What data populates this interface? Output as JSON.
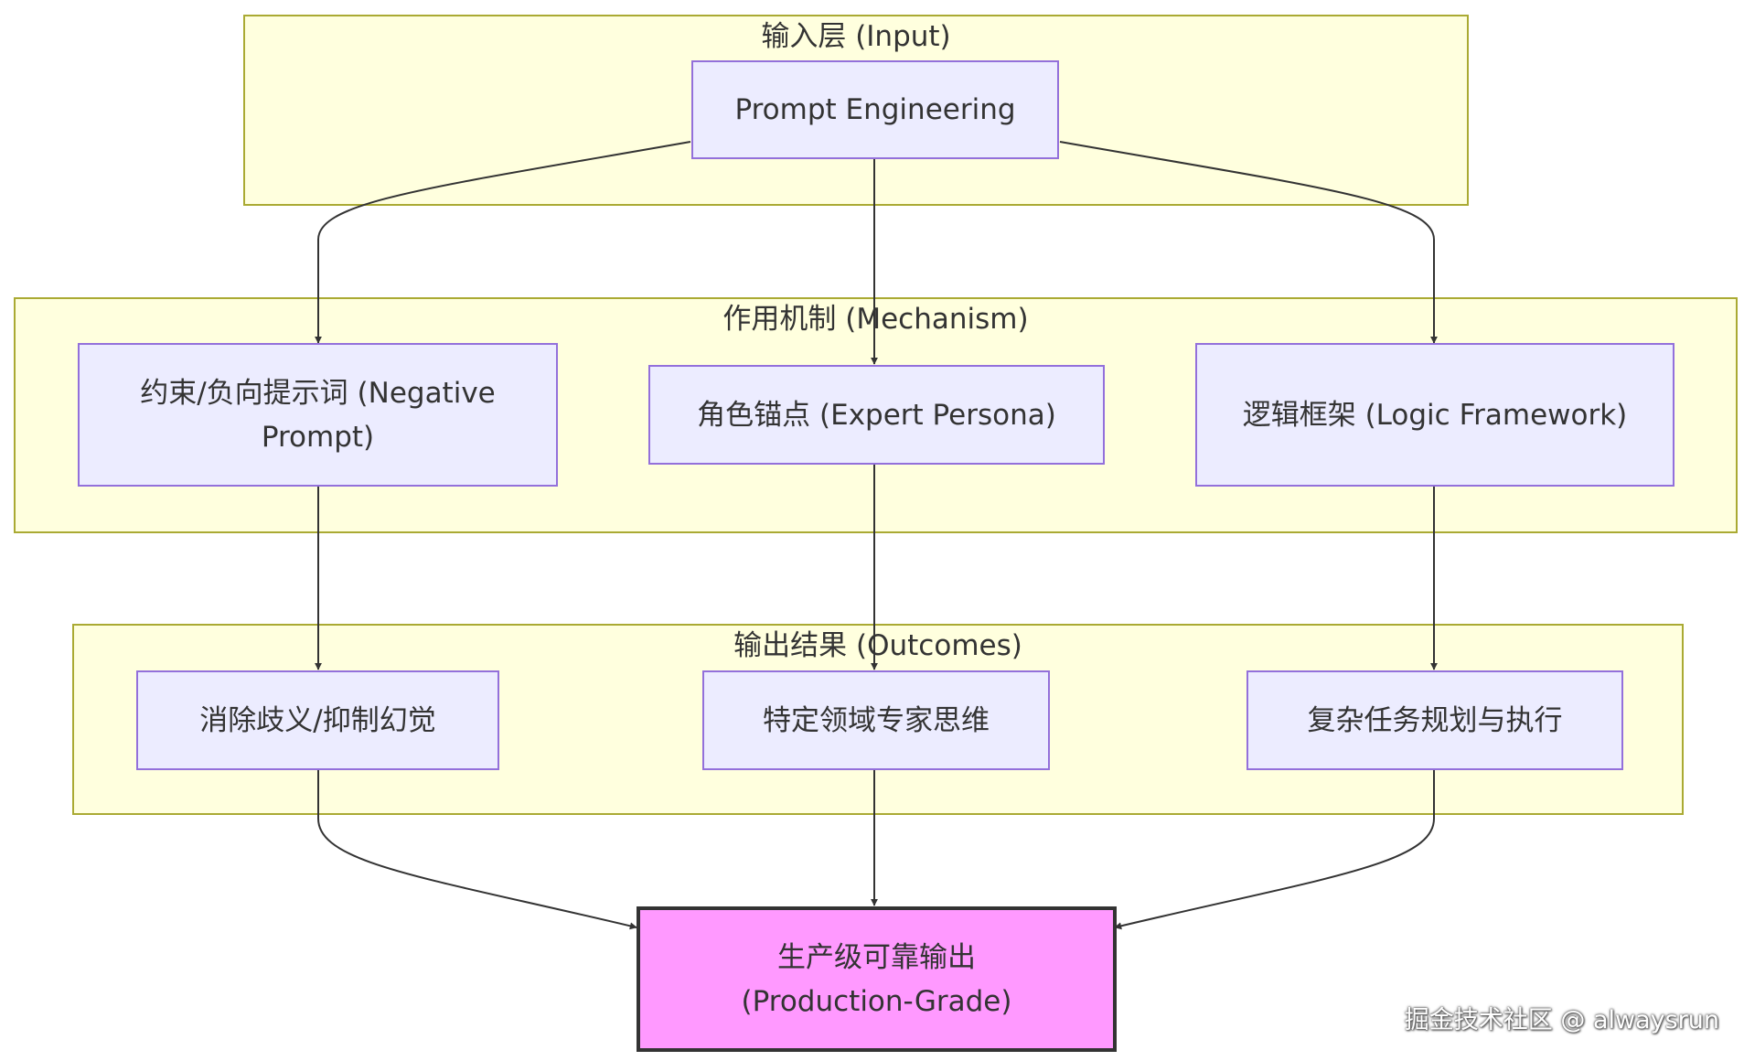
{
  "clusters": {
    "input": {
      "title": "输入层 (Input)"
    },
    "mechanism": {
      "title": "作用机制 (Mechanism)"
    },
    "outcomes": {
      "title": "输出结果 (Outcomes)"
    }
  },
  "nodes": {
    "prompt_engineering": "Prompt Engineering",
    "negative_prompt": "约束/负向提示词 (Negative Prompt)",
    "expert_persona": "角色锚点 (Expert Persona)",
    "logic_framework": "逻辑框架 (Logic Framework)",
    "eliminate_ambiguity": "消除歧义/抑制幻觉",
    "domain_expert_thinking": "特定领域专家思维",
    "complex_task_planning": "复杂任务规划与执行",
    "production_grade": "生产级可靠输出 (Production-Grade)"
  },
  "watermark": "掘金技术社区 @ alwaysrun",
  "colors": {
    "cluster_fill": "#ffffde",
    "cluster_border": "#aaaa33",
    "node_fill": "#ececff",
    "node_border": "#9370db",
    "final_fill": "#ff99ff",
    "final_border": "#333333",
    "edge": "#333333"
  }
}
